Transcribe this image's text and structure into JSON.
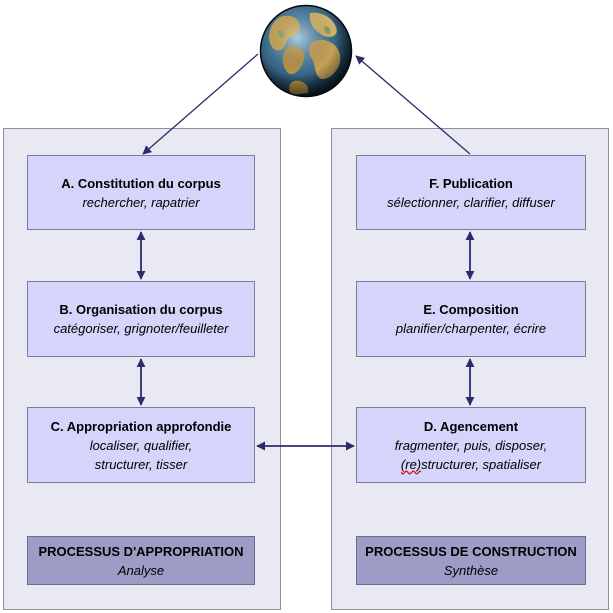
{
  "left_panel": {
    "box_a": {
      "title": "A. Constitution du corpus",
      "line1": "rechercher, rapatrier"
    },
    "box_b": {
      "title": "B. Organisation du corpus",
      "line1": "catégoriser, grignoter/feuilleter"
    },
    "box_c": {
      "title": "C. Appropriation approfondie",
      "line1": "localiser, qualifier,",
      "line2": "structurer, tisser"
    },
    "process": {
      "title": "PROCESSUS D'APPROPRIATION",
      "subtitle": "Analyse"
    }
  },
  "right_panel": {
    "box_f": {
      "title": "F. Publication",
      "line1": "sélectionner, clarifier, diffuser"
    },
    "box_e": {
      "title": "E. Composition",
      "line1": "planifier/charpenter, écrire"
    },
    "box_d": {
      "title": "D. Agencement",
      "line1": "fragmenter, puis, disposer,",
      "line2_marked": "(re)",
      "line2_rest": "structurer, spatialiser"
    },
    "process": {
      "title": "PROCESSUS DE CONSTRUCTION",
      "subtitle": "Synthèse"
    }
  },
  "icons": {
    "globe": "globe-icon"
  },
  "colors": {
    "panel_bg": "#e9e9f3",
    "box_bg": "#d5d5fb",
    "process_bg": "#9c9cc6",
    "arrow": "#2b2b6e",
    "spellcheck": "#d11111"
  }
}
